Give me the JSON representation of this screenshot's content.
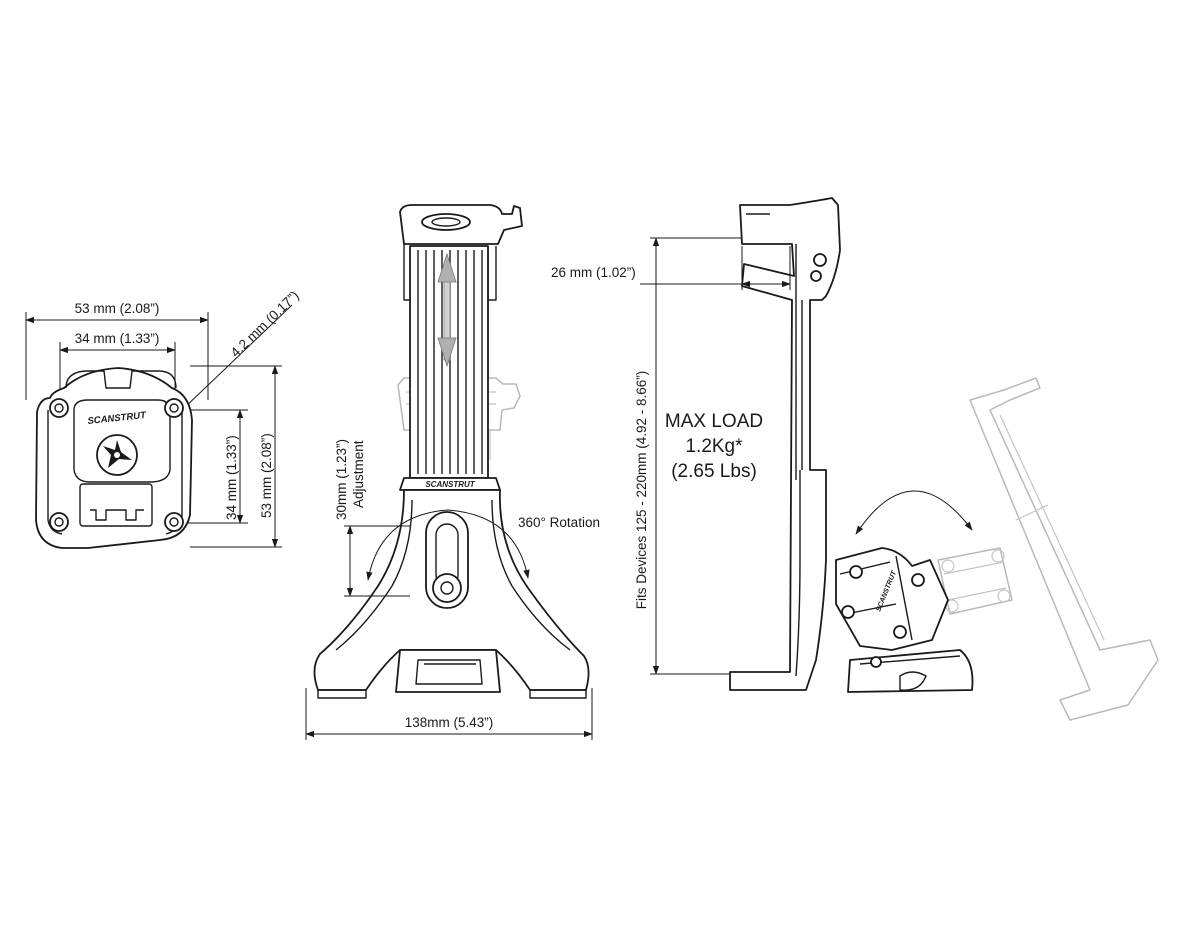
{
  "brand_logo_text": "SCANSTRUT",
  "front_view": {
    "width_outer": "53 mm (2.08”)",
    "width_inner": "34 mm (1.33”)",
    "hole_size": "4.2 mm (0.17”)",
    "height_inner": "34 mm (1.33”)",
    "height_outer": "53 mm (2.08”)"
  },
  "side_view": {
    "adjustment_value": "30mm (1.23”)",
    "adjustment_label": "Adjustment",
    "rotation_label": "360° Rotation",
    "base_width": "138mm (5.43”)"
  },
  "holder_view": {
    "jaw_depth": "26 mm (1.02”)",
    "fits_devices": "Fits Devices 125 - 220mm (4.92 - 8.66”)",
    "max_load_title": "MAX LOAD",
    "max_load_kg": "1.2Kg*",
    "max_load_lbs": "(2.65 Lbs)"
  }
}
